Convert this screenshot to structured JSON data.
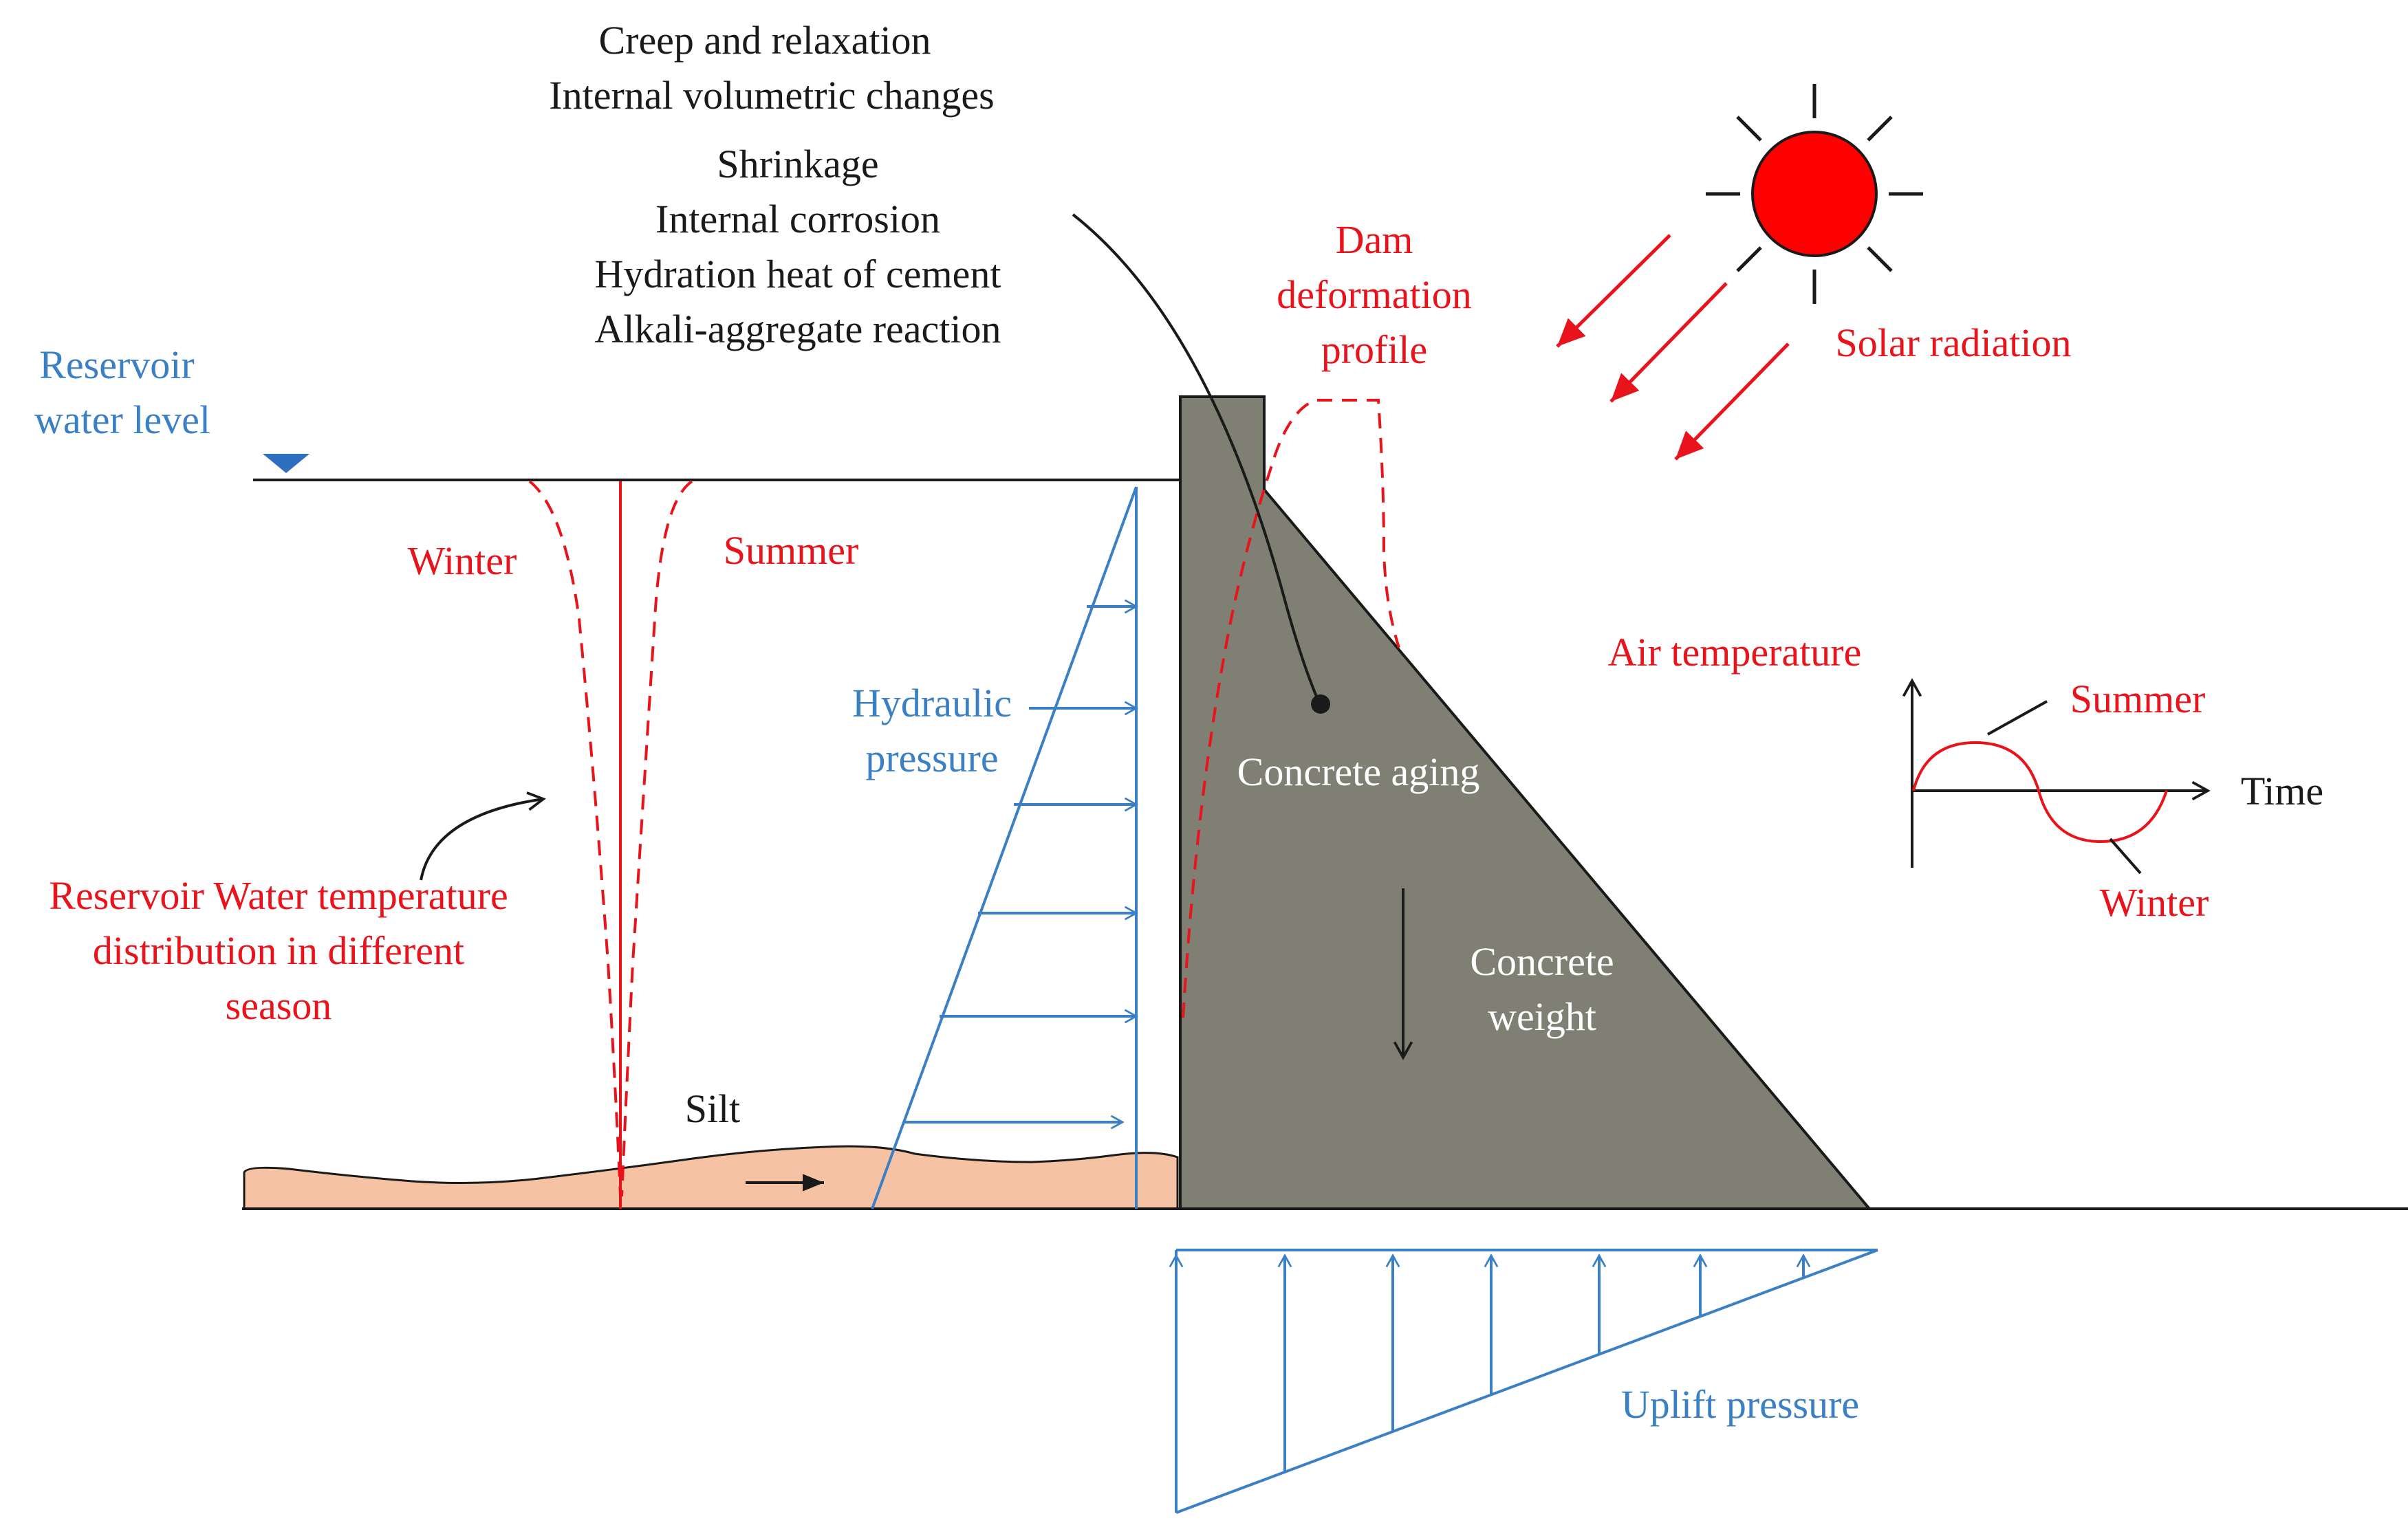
{
  "colors": {
    "dam": "#7f8073",
    "silt": "#f5c3a3",
    "red": "#e8131b",
    "blue": "#3b7fc4",
    "black": "#1a1a1a",
    "sun": "#ff0000"
  },
  "icons": [
    "sun-icon",
    "water-level-marker-icon"
  ],
  "aging_factors": [
    "Creep and relaxation",
    "Internal volumetric changes",
    "Shrinkage",
    "Internal corrosion",
    "Hydration heat of cement",
    "Alkali-aggregate reaction"
  ],
  "reservoir_level": {
    "line1": "Reservoir",
    "line2": "water level"
  },
  "water_temp": {
    "winter": "Winter",
    "summer": "Summer",
    "caption": [
      "Reservoir Water temperature",
      "distribution in different",
      "season"
    ]
  },
  "hydraulic_pressure": {
    "line1": "Hydraulic",
    "line2": "pressure"
  },
  "silt": "Silt",
  "deformation": [
    "Dam",
    "deformation",
    "profile"
  ],
  "solar": "Solar radiation",
  "air_temp": {
    "title": "Air temperature",
    "summer": "Summer",
    "winter": "Winter",
    "time": "Time"
  },
  "concrete_aging": "Concrete aging",
  "concrete_weight": {
    "line1": "Concrete",
    "line2": "weight"
  },
  "uplift": "Uplift pressure"
}
